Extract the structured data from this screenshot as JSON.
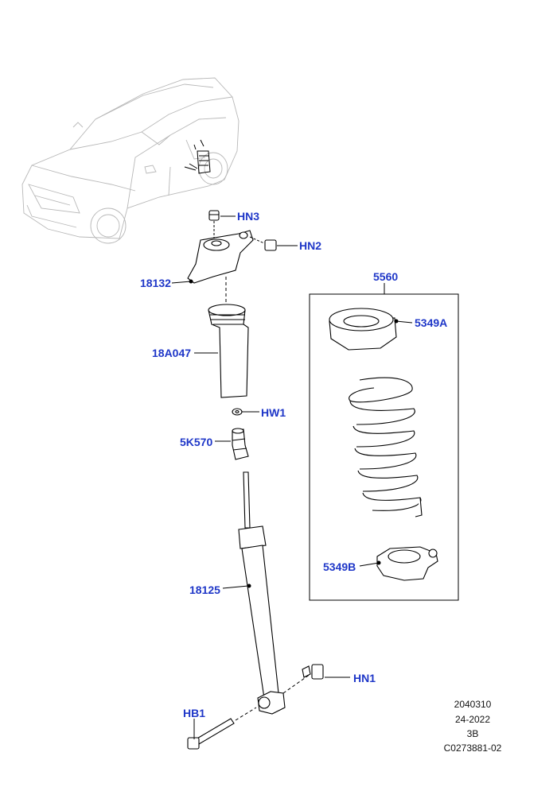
{
  "callouts": {
    "hn3": "HN3",
    "hn2": "HN2",
    "p18132": "18132",
    "p5560": "5560",
    "p5349a": "5349A",
    "p18a047": "18A047",
    "hw1": "HW1",
    "p5k570": "5K570",
    "p5349b": "5349B",
    "p18125": "18125",
    "hn1": "HN1",
    "hb1": "HB1"
  },
  "footer": {
    "line1": "2040310",
    "line2": "24-2022",
    "line3": "3B",
    "line4": "C0273881-02"
  },
  "colors": {
    "callout": "#1f37c8",
    "lines": "#000000",
    "vehicle": "#b8b8b8"
  }
}
